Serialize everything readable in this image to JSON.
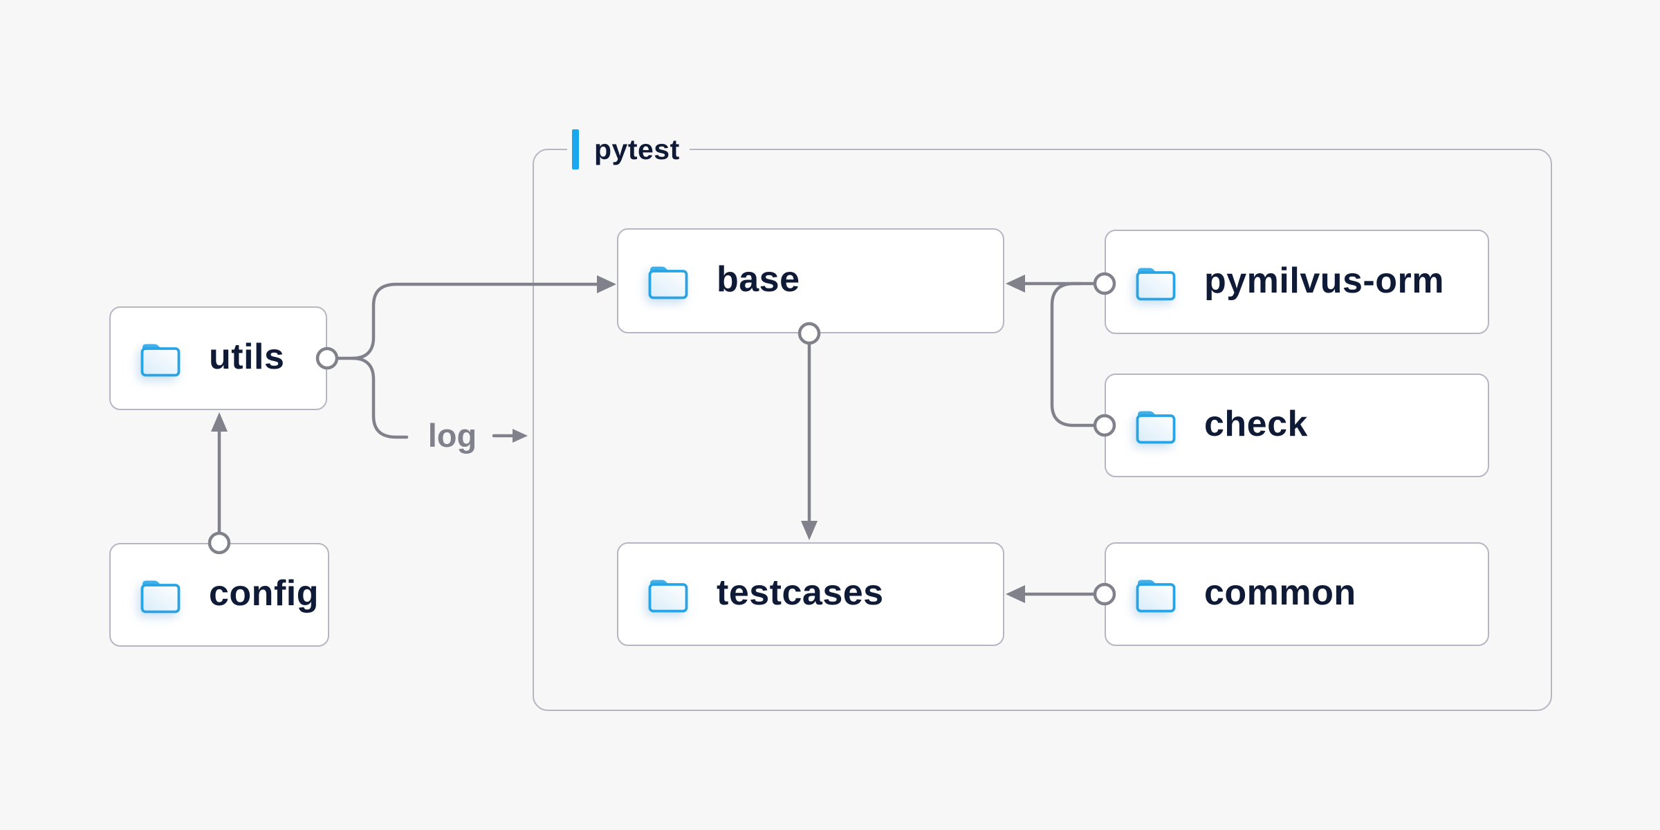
{
  "diagram": {
    "container": {
      "label": "pytest"
    },
    "nodes": {
      "utils": {
        "label": "utils"
      },
      "config": {
        "label": "config"
      },
      "base": {
        "label": "base"
      },
      "testcases": {
        "label": "testcases"
      },
      "pymilvus_orm": {
        "label": "pymilvus-orm"
      },
      "check": {
        "label": "check"
      },
      "common": {
        "label": "common"
      }
    },
    "edges": {
      "log_label": "log"
    },
    "colors": {
      "page_background": "#f7f7f8",
      "node_background": "#ffffff",
      "box_border_gray": "#b6b6c2",
      "connector_gray": "#81818c",
      "text_navy": "#0e1a36",
      "accent_blue": "#19a8f0",
      "folder_stroke_blue": "#27a4e6",
      "folder_tab_blue": "#3eafe9"
    }
  }
}
